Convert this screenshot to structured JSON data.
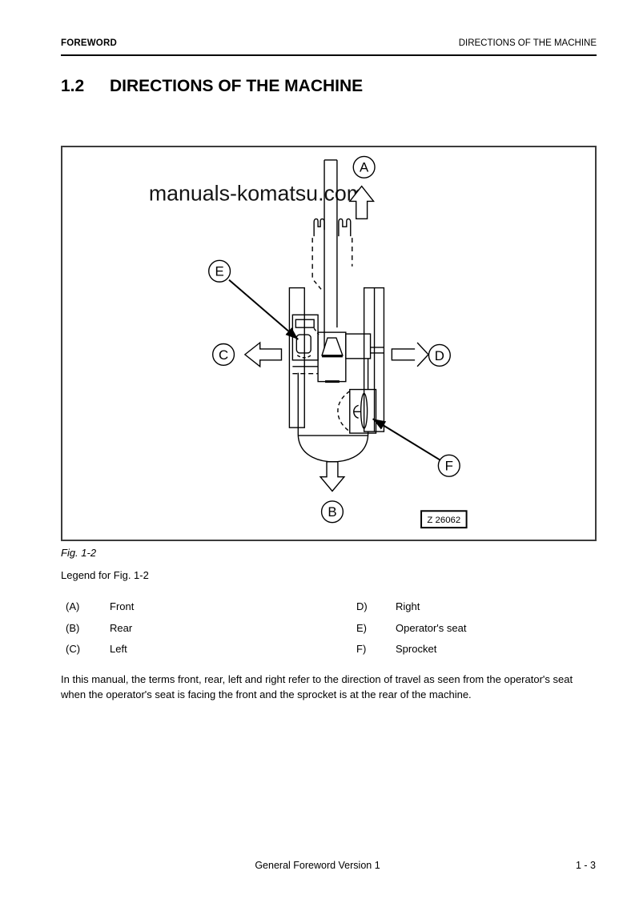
{
  "colors": {
    "ink": "#000000",
    "figure_border": "#3c3c3c",
    "watermark": "#151515",
    "page_bg": "#ffffff"
  },
  "header": {
    "left": "FOREWORD",
    "right": "DIRECTIONS OF THE MACHINE"
  },
  "title": {
    "number": "1.2",
    "label": "DIRECTIONS OF THE MACHINE"
  },
  "figure": {
    "watermark": "manuals-komatsu.com",
    "drawing_ref": "Z 26062",
    "caption": "Fig. 1-2",
    "labels": {
      "A": "A",
      "B": "B",
      "C": "C",
      "D": "D",
      "E": "E",
      "F": "F"
    }
  },
  "legend": {
    "heading": "Legend for Fig. 1-2",
    "left": [
      {
        "key": "(A)",
        "value": "Front"
      },
      {
        "key": "(B)",
        "value": "Rear"
      },
      {
        "key": "(C)",
        "value": "Left"
      }
    ],
    "right": [
      {
        "key": "D)",
        "value": "Right"
      },
      {
        "key": "E)",
        "value": "Operator's seat"
      },
      {
        "key": "F)",
        "value": "Sprocket"
      }
    ]
  },
  "paragraph": "In this manual, the terms front, rear, left and right refer to the direction of travel as seen from the operator's seat when the operator's seat is facing the front and the sprocket is at the rear of the machine.",
  "footer": {
    "center": "General Foreword Version 1",
    "page": "1 - 3"
  }
}
